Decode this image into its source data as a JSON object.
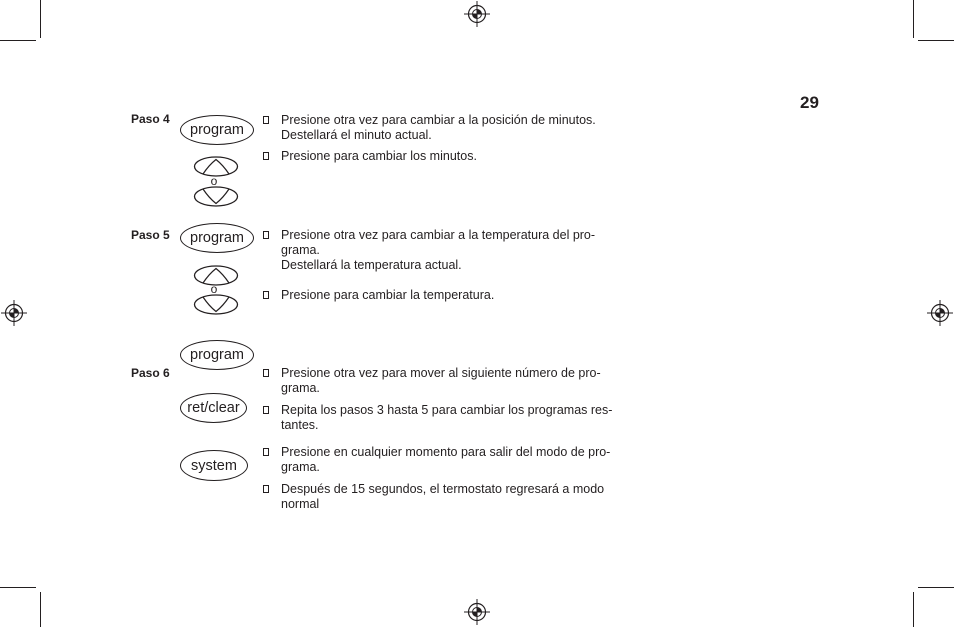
{
  "colors": {
    "ink": "#231f20",
    "paper": "#ffffff"
  },
  "icons": {
    "up": "up-arrow-icon",
    "down": "down-arrow-icon",
    "bullet": "bullet-icon",
    "registration": "registration-mark-icon"
  },
  "page_number": "29",
  "step4": {
    "label": "Paso 4",
    "program_button": "program",
    "or_text": "o",
    "bullets": [
      {
        "lines": [
          "Presione otra vez para cambiar a la posición de minutos.",
          "Destellará el minuto actual."
        ]
      },
      {
        "lines": [
          "Presione para cambiar los minutos."
        ]
      }
    ]
  },
  "step5": {
    "label": "Paso 5",
    "program_button": "program",
    "or_text": "o",
    "bullets": [
      {
        "lines": [
          "Presione otra vez para cambiar a la temperatura del pro-",
          "grama.",
          "Destellará la temperatura actual."
        ]
      },
      {
        "lines": [
          "Presione para cambiar la temperatura."
        ]
      }
    ]
  },
  "step6": {
    "label": "Paso 6",
    "program_button": "program",
    "ret_clear_button": "ret/clear",
    "system_button": "system",
    "bullets": [
      {
        "lines": [
          "Presione otra vez para mover al siguiente número de pro-",
          "grama."
        ]
      },
      {
        "lines": [
          "Repita los pasos 3 hasta 5 para cambiar los programas res-",
          "tantes."
        ]
      },
      {
        "lines": [
          "Presione en cualquier momento para salir del modo de pro-",
          "grama."
        ]
      },
      {
        "lines": [
          "Después de 15 segundos, el termostato regresará a modo",
          "normal"
        ]
      }
    ]
  }
}
